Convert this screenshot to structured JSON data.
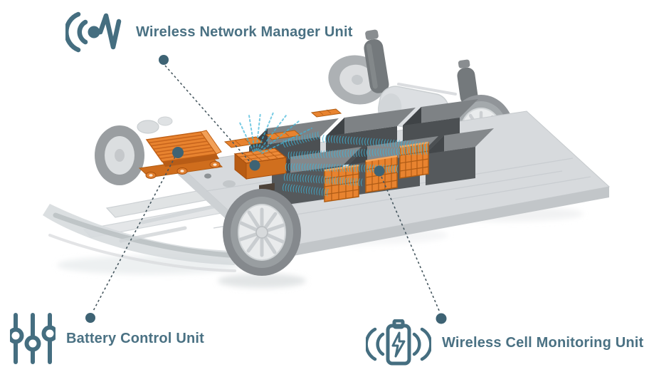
{
  "colors": {
    "accent_orange": "#E8832F",
    "signal_blue": "#3FB5D8",
    "slate": "#456E80",
    "label_text": "#4A7183",
    "leader_line": "#45565E",
    "marker_dot": "#3E6374"
  },
  "callouts": [
    {
      "id": "wireless-network-manager",
      "label": "Wireless Network Manager Unit",
      "icon": "wireless-signal-pulse-icon"
    },
    {
      "id": "battery-control",
      "label": "Battery Control Unit",
      "icon": "sliders-icon"
    },
    {
      "id": "wireless-cell-monitoring",
      "label": "Wireless Cell Monitoring Unit",
      "icon": "wireless-charging-battery-icon"
    }
  ],
  "diagram": {
    "subject": "electric-vehicle-skateboard-chassis",
    "wave_glyph": "("
  }
}
